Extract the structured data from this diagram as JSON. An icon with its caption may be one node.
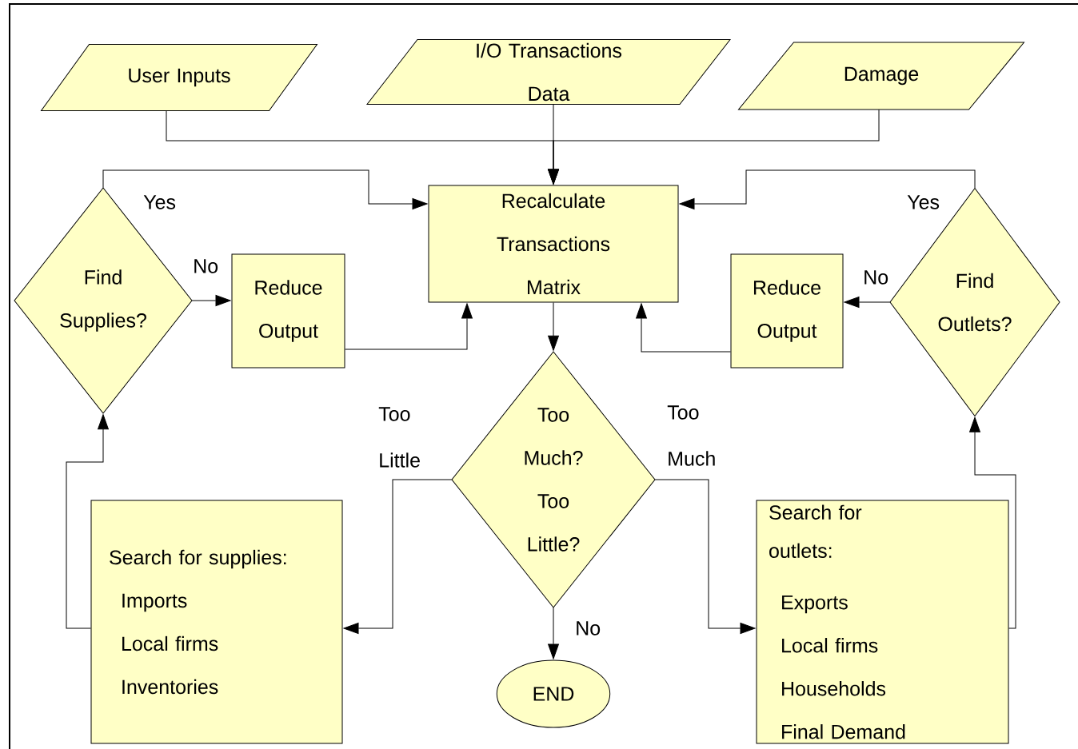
{
  "diagram": {
    "nodes": [
      {
        "text": [
          "User Inputs"
        ]
      },
      {
        "text": [
          "I/O Transactions Data"
        ]
      },
      {
        "text": [
          "Damage"
        ]
      },
      {
        "text": [
          "Find Supplies?"
        ]
      },
      {
        "text": [
          "Recalculate Transactions Matrix"
        ]
      },
      {
        "text": [
          "Reduce Output"
        ]
      },
      {
        "text": [
          "Reduce Output"
        ]
      },
      {
        "text": [
          "Find Outlets?"
        ]
      },
      {
        "text": [
          "Too Much? Too Little?"
        ]
      },
      {
        "text": [
          "Search for supplies:",
          "Imports",
          "Local firms",
          "Inventories"
        ]
      },
      {
        "text": [
          "END"
        ]
      },
      {
        "text": [
          "Search for outlets:",
          "Exports",
          "Local firms",
          "Households",
          "Final Demand"
        ]
      }
    ],
    "edges": [
      {
        "from": 0,
        "to": 4,
        "arrow": "to"
      },
      {
        "from": 1,
        "to": 4,
        "arrow": "to"
      },
      {
        "from": 2,
        "to": 4,
        "arrow": "to"
      },
      {
        "from": 3,
        "to": 4,
        "arrow": "to",
        "label": "Yes"
      },
      {
        "from": 3,
        "to": 5,
        "arrow": "to",
        "label": "No"
      },
      {
        "from": 5,
        "to": 4,
        "arrow": "to"
      },
      {
        "from": 7,
        "to": 4,
        "arrow": "to",
        "label": "Yes"
      },
      {
        "from": 7,
        "to": 6,
        "arrow": "to",
        "label": "No"
      },
      {
        "from": 6,
        "to": 4,
        "arrow": "to"
      },
      {
        "from": 4,
        "to": 8,
        "arrow": "to"
      },
      {
        "from": 8,
        "to": 9,
        "arrow": "to",
        "label": "Too Little"
      },
      {
        "from": 8,
        "to": 11,
        "arrow": "to",
        "label": "Too Much"
      },
      {
        "from": 8,
        "to": 10,
        "arrow": "to",
        "label": "No"
      },
      {
        "from": 9,
        "to": 3,
        "arrow": "to"
      },
      {
        "from": 11,
        "to": 7,
        "arrow": "to"
      }
    ]
  }
}
